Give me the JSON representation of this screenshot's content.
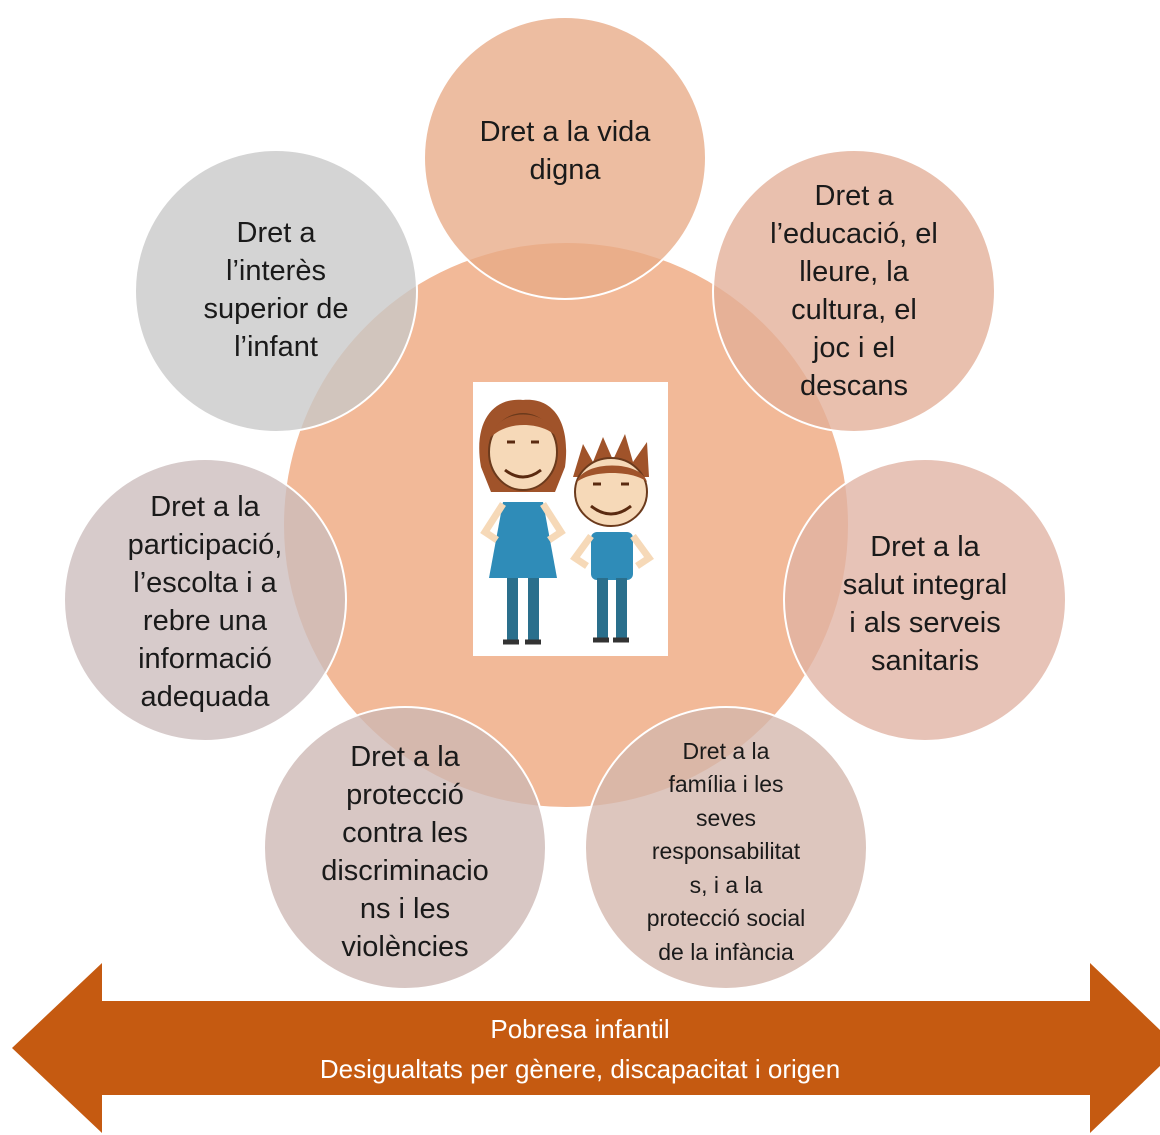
{
  "colors": {
    "center": "#F2B998",
    "arrow": "#C55A11",
    "rights": {
      "vida": "#E8AA86",
      "educacio": "#E3AE97",
      "salut": "#E0B2A3",
      "familia": "#D4B6AC",
      "proteccio": "#CDB7B4",
      "participacio": "#CCBDBC",
      "interes": "#C8C8C8"
    }
  },
  "rights": {
    "vida": "Dret a la vida\ndigna",
    "educacio": "Dret a\nl’educació, el\nlleure, la\ncultura, el\njoc i el\ndescans",
    "salut": "Dret a la\nsalut integral\ni als serveis\nsanitaris",
    "familia": "Dret a la\nfamília i les\nseves\nresponsabilitat\ns, i a la\nprotecció social\nde la infància",
    "proteccio": "Dret a la\nprotecció\ncontra les\ndiscriminacio\nns i les\nviolències",
    "participacio": "Dret a la\nparticipació,\nl’escolta i a\nrebre una\ninformació\nadequada",
    "interes": "Dret a\nl’interès\nsuperior de\nl’infant"
  },
  "arrow": {
    "line1": "Pobresa infantil",
    "line2": "Desigualtats per gènere, discapacitat i origen"
  }
}
